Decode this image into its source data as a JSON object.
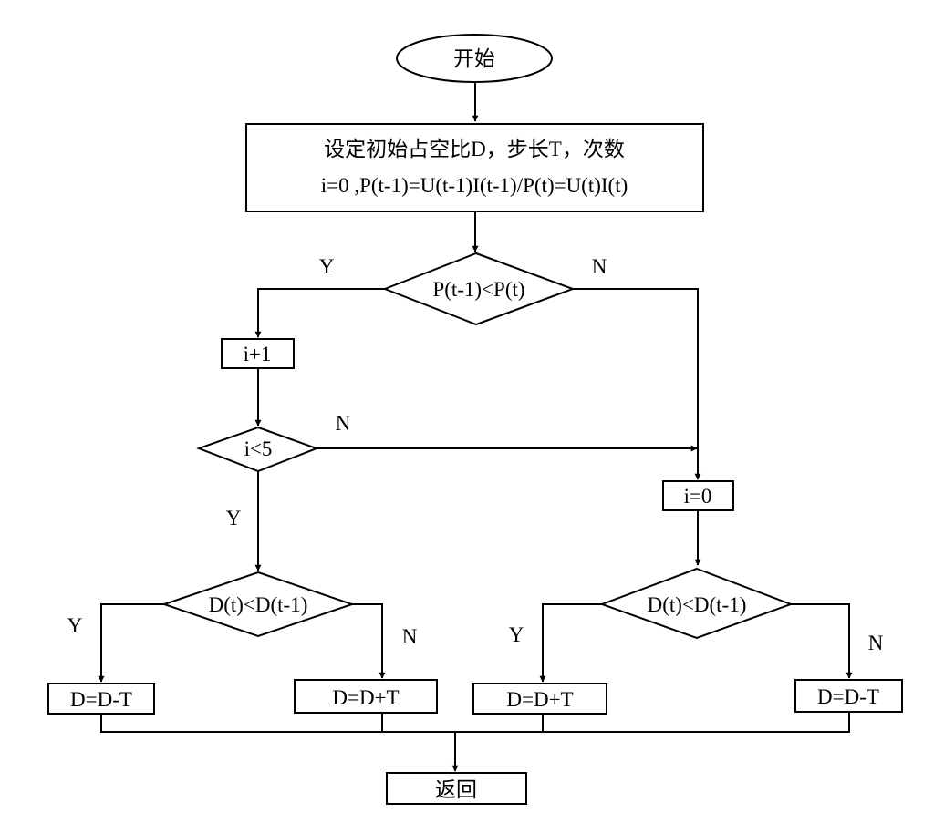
{
  "nodes": {
    "start": "开始",
    "init_line1": "设定初始占空比D，步长T，次数",
    "init_line2": "i=0 ,P(t-1)=U(t-1)I(t-1)/P(t)=U(t)I(t)",
    "decision_power": "P(t-1)<P(t)",
    "increment": "i+1",
    "decision_count": "i<5",
    "reset": "i=0",
    "decision_duty_left": "D(t)<D(t-1)",
    "decision_duty_right": "D(t)<D(t-1)",
    "dec_left": "D=D-T",
    "inc_left": "D=D+T",
    "inc_right": "D=D+T",
    "dec_right": "D=D-T",
    "return": "返回"
  },
  "labels": {
    "power_yes": "Y",
    "power_no": "N",
    "count_no": "N",
    "count_yes": "Y",
    "duty_left_yes": "Y",
    "duty_left_no": "N",
    "duty_right_yes": "Y",
    "duty_right_no": "N"
  }
}
